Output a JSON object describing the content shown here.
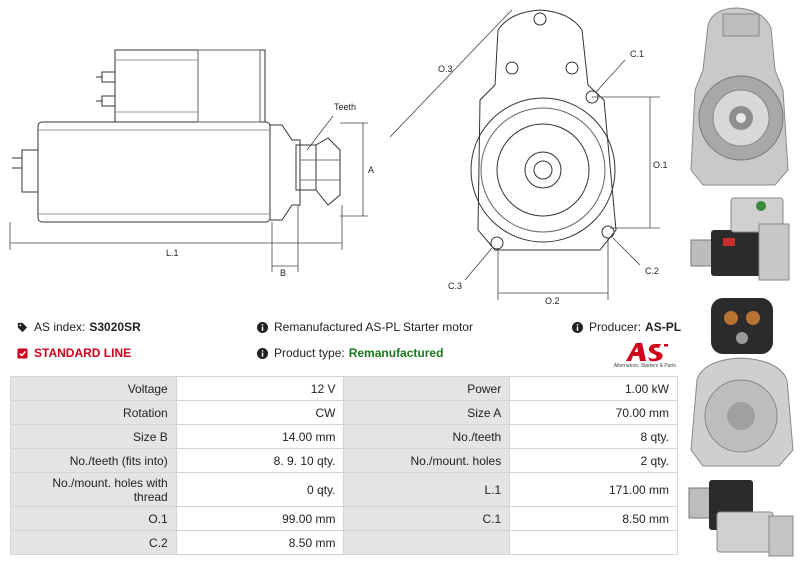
{
  "drawing": {
    "labels": {
      "teeth": "Teeth",
      "a": "A",
      "b": "B",
      "l1": "L.1",
      "o1": "O.1",
      "o2": "O.2",
      "o3": "O.3",
      "c1": "C.1",
      "c2": "C.2",
      "c3": "C.3"
    }
  },
  "info": {
    "index_label": "AS index:",
    "index_value": "S3020SR",
    "line": "STANDARD LINE",
    "description": "Remanufactured AS-PL Starter motor",
    "type_label": "Product type:",
    "type_value": "Remanufactured",
    "producer_label": "Producer:",
    "producer_value": "AS-PL"
  },
  "logo": {
    "text": "AS",
    "tagline": "Alternators, Starters & Parts"
  },
  "specs": [
    {
      "l1": "Voltage",
      "v1": "12 V",
      "l2": "Power",
      "v2": "1.00 kW"
    },
    {
      "l1": "Rotation",
      "v1": "CW",
      "l2": "Size A",
      "v2": "70.00 mm"
    },
    {
      "l1": "Size B",
      "v1": "14.00 mm",
      "l2": "No./teeth",
      "v2": "8 qty."
    },
    {
      "l1": "No./teeth (fits into)",
      "v1": "8. 9. 10 qty.",
      "l2": "No./mount. holes",
      "v2": "2 qty."
    },
    {
      "l1": "No./mount. holes with thread",
      "v1": "0 qty.",
      "l2": "L.1",
      "v2": "171.00 mm"
    },
    {
      "l1": "O.1",
      "v1": "99.00 mm",
      "l2": "C.1",
      "v2": "8.50 mm"
    },
    {
      "l1": "C.2",
      "v1": "8.50 mm",
      "l2": "",
      "v2": ""
    }
  ],
  "colors": {
    "accent_red": "#d0021b",
    "green": "#1a7a1a",
    "label_bg": "#e4e4e4"
  }
}
